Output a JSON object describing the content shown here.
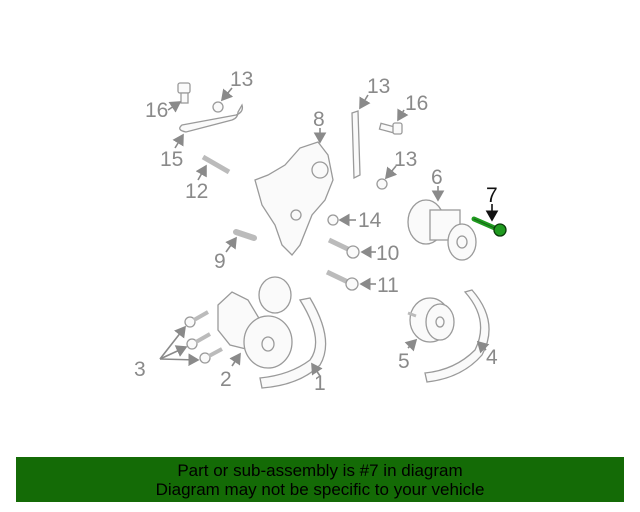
{
  "diagram": {
    "highlight_color": "#1f9a1f",
    "callouts": [
      {
        "id": "1",
        "label": "1"
      },
      {
        "id": "2",
        "label": "2"
      },
      {
        "id": "3",
        "label": "3"
      },
      {
        "id": "4",
        "label": "4"
      },
      {
        "id": "5",
        "label": "5"
      },
      {
        "id": "6",
        "label": "6"
      },
      {
        "id": "7",
        "label": "7",
        "highlighted": true
      },
      {
        "id": "8",
        "label": "8"
      },
      {
        "id": "9",
        "label": "9"
      },
      {
        "id": "10",
        "label": "10"
      },
      {
        "id": "11",
        "label": "11"
      },
      {
        "id": "12",
        "label": "12"
      },
      {
        "id": "13a",
        "label": "13"
      },
      {
        "id": "13b",
        "label": "13"
      },
      {
        "id": "13c",
        "label": "13"
      },
      {
        "id": "14",
        "label": "14"
      },
      {
        "id": "15",
        "label": "15"
      },
      {
        "id": "16a",
        "label": "16"
      },
      {
        "id": "16b",
        "label": "16"
      }
    ]
  },
  "banner": {
    "background": "#146b06",
    "line1": "Part or sub-assembly is #7 in diagram",
    "line2": "Diagram may not be specific to your vehicle"
  }
}
